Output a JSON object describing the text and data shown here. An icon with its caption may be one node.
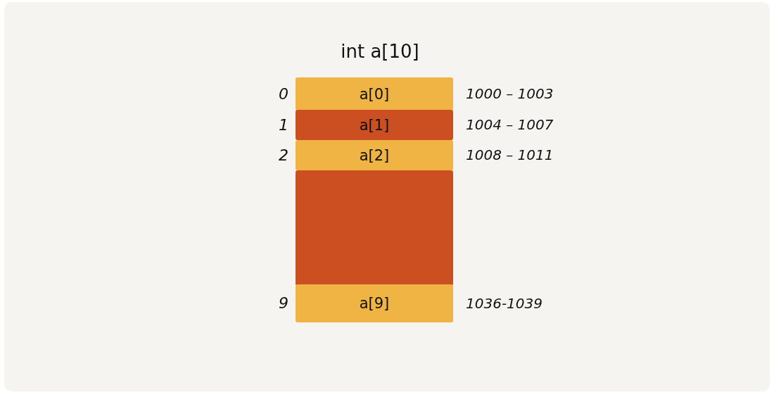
{
  "diagram": {
    "title": "int a[10]",
    "nodes": [
      {
        "text": [
          "a[0]"
        ],
        "beside": [
          "0",
          "1000 – 1003"
        ]
      },
      {
        "text": [
          "a[1]"
        ],
        "beside": [
          "1",
          "1004 – 1007"
        ]
      },
      {
        "text": [
          "a[2]"
        ],
        "beside": [
          "2",
          "1008 – 1011"
        ]
      },
      {
        "text": [],
        "shape": "box"
      },
      {
        "text": [
          "a[9]"
        ],
        "beside": [
          "9",
          "1036-1039"
        ]
      }
    ]
  }
}
